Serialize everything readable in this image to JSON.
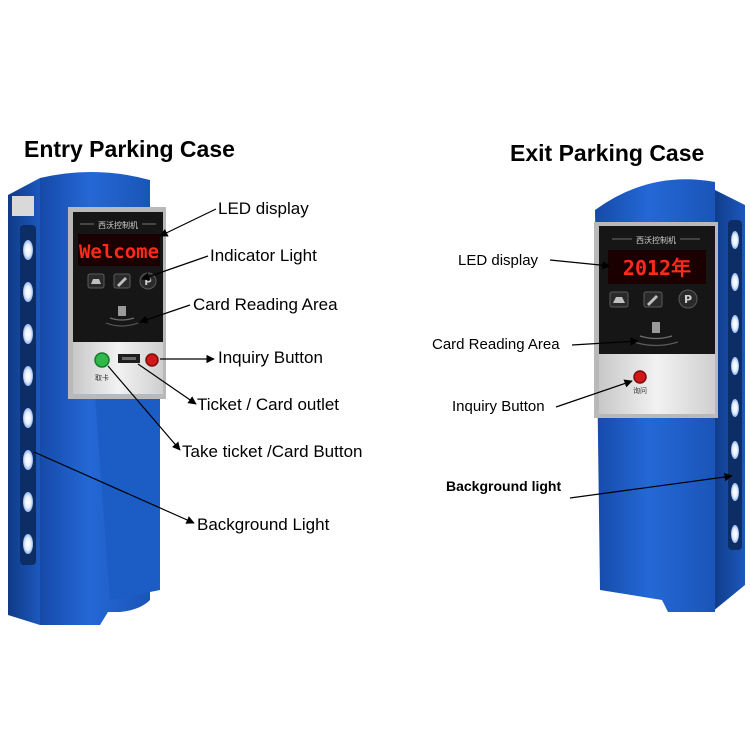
{
  "entry": {
    "title": "Entry Parking Case",
    "screen_header": "西沃控制机",
    "led_text": "Welcome",
    "take_button_text": "取卡",
    "labels": {
      "led": "LED display",
      "indicator": "Indicator Light",
      "card_area": "Card Reading Area",
      "inquiry": "Inquiry Button",
      "outlet": "Ticket / Card outlet",
      "take": "Take ticket /Card Button",
      "background": "Background Light"
    }
  },
  "exit": {
    "title": "Exit Parking Case",
    "screen_header": "西沃控制机",
    "led_text": "2012年",
    "inquiry_button_text": "询问",
    "labels": {
      "led": "LED display",
      "card_area": "Card Reading Area",
      "inquiry": "Inquiry Button",
      "background": "Background light"
    }
  },
  "colors": {
    "cabinet_blue": "#1e5fc8",
    "cabinet_dark": "#123f8f",
    "led_red": "#ff2a1a",
    "panel_black": "#161616",
    "button_green": "#2fb94a",
    "button_red": "#d01818"
  },
  "icons": [
    "car-icon",
    "card-icon",
    "parking-icon"
  ]
}
